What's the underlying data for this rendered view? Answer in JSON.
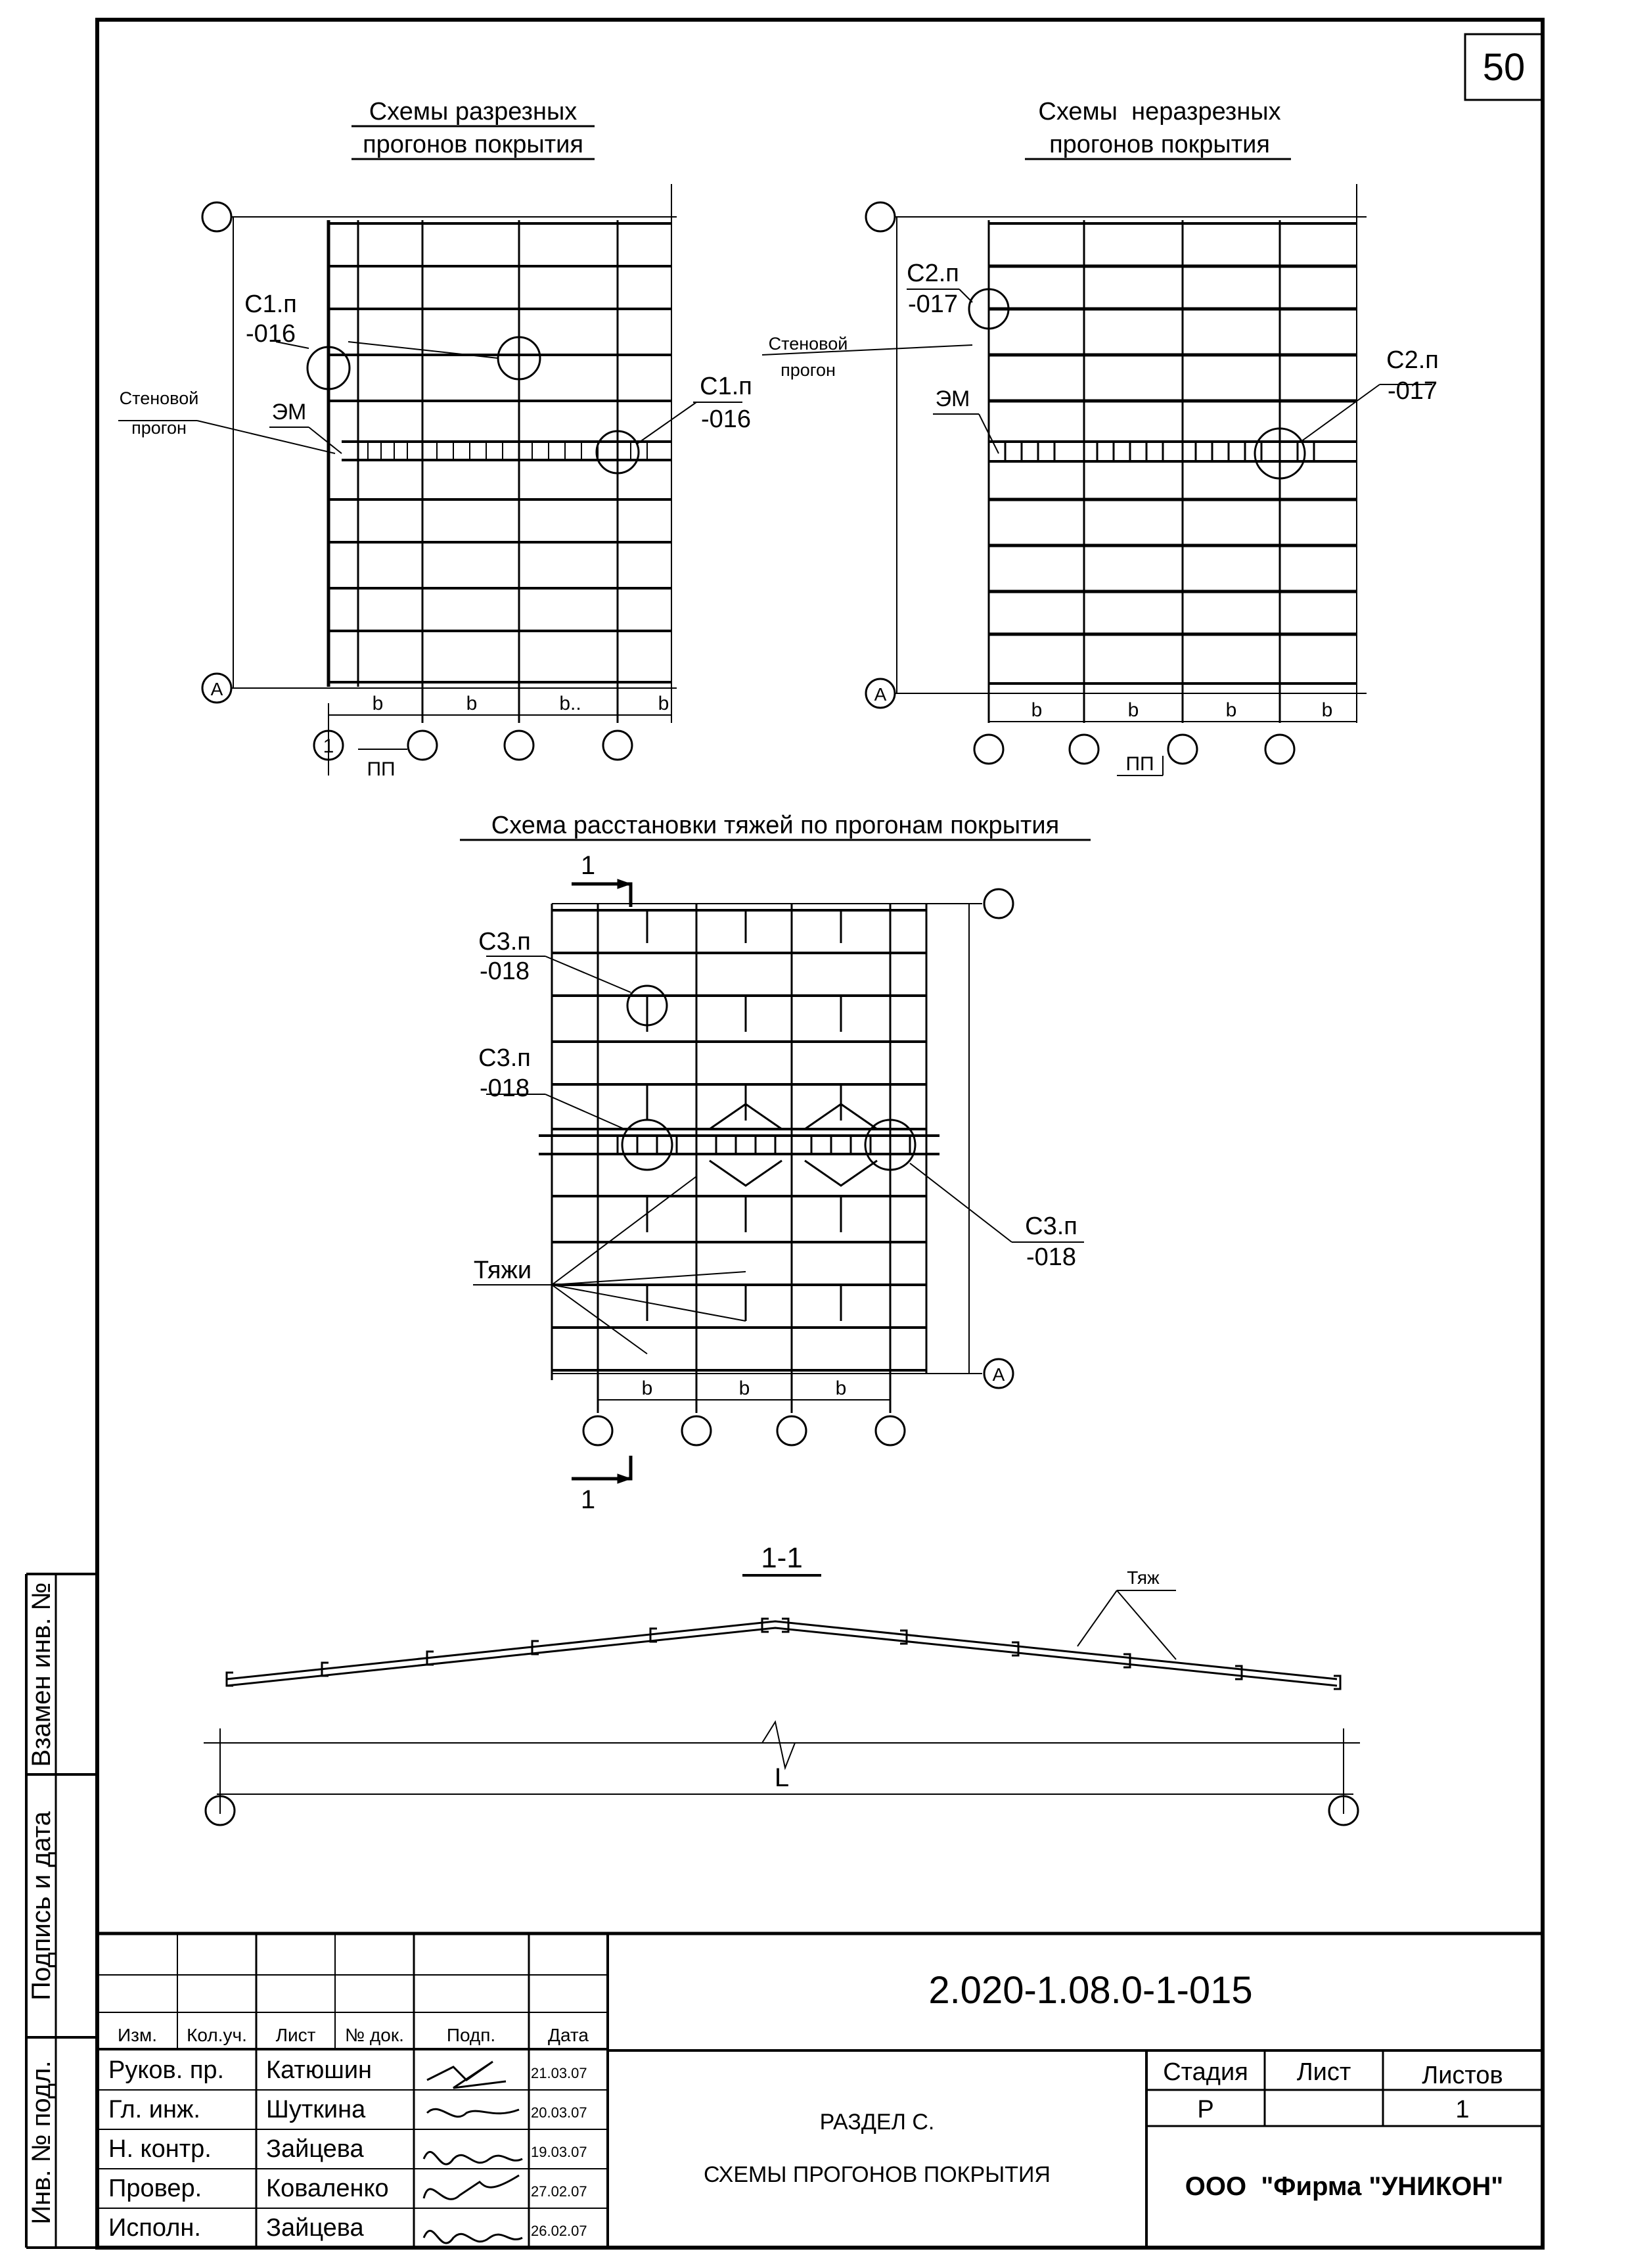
{
  "sheet_number": "50",
  "top_left": {
    "title_line1": "Схемы разрезных",
    "title_line2": "прогонов покрытия",
    "callout_left_line1": "С1.п",
    "callout_left_line2": "-016",
    "callout_right_line1": "С1.п",
    "callout_right_line2": "-016",
    "wall_purlin_line1": "Стеновой",
    "wall_purlin_line2": "прогон",
    "em_label": "ЭМ",
    "axis_left_bottom": "А",
    "axis_bottom_first": "1",
    "dims": [
      "b",
      "b",
      "b..",
      "b"
    ],
    "pp_label": "ПП"
  },
  "top_right": {
    "title_line1": "Схемы  неразрезных",
    "title_line2": "прогонов покрытия",
    "callout_left_line1": "С2.п",
    "callout_left_line2": "-017",
    "callout_right_line1": "С2.п",
    "callout_right_line2": "-017",
    "wall_purlin_line1": "Стеновой",
    "wall_purlin_line2": "прогон",
    "em_label": "ЭМ",
    "axis_left_bottom": "А",
    "dims": [
      "b",
      "b",
      "b",
      "b"
    ],
    "pp_label": "ПП"
  },
  "middle": {
    "title": "Схема расстановки тяжей по прогонам покрытия",
    "section_mark": "1",
    "callout_top_line1": "С3.п",
    "callout_top_line2": "-018",
    "callout_mid_line1": "С3.п",
    "callout_mid_line2": "-018",
    "callout_right_line1": "С3.п",
    "callout_right_line2": "-018",
    "rods_label": "Тяжи",
    "axis_right_bottom": "А",
    "dims": [
      "b",
      "b",
      "b"
    ]
  },
  "section": {
    "title": "1-1",
    "rod_label": "Тяж",
    "span_label": "L"
  },
  "side_stamps": [
    "Взамен инв. №",
    "Подпись и дата",
    "Инв. № подл."
  ],
  "title_block": {
    "doc_code": "2.020-1.08.0-1-015",
    "headers": [
      "Изм.",
      "Кол.уч.",
      "Лист",
      "№ док.",
      "Подп.",
      "Дата"
    ],
    "rows": [
      {
        "role": "Руков. пр.",
        "name": "Катюшин",
        "date": "21.03.07"
      },
      {
        "role": "Гл. инж.",
        "name": "Шуткина",
        "date": "20.03.07"
      },
      {
        "role": "Н. контр.",
        "name": "Зайцева",
        "date": "19.03.07"
      },
      {
        "role": "Провер.",
        "name": "Коваленко",
        "date": "27.02.07"
      },
      {
        "role": "Исполн.",
        "name": "Зайцева",
        "date": "26.02.07"
      }
    ],
    "section_line1": "РАЗДЕЛ С.",
    "section_line2": "СХЕМЫ ПРОГОНОВ ПОКРЫТИЯ",
    "stage_header": "Стадия",
    "sheet_header": "Лист",
    "sheets_header": "Листов",
    "stage_value": "Р",
    "sheet_value": "",
    "sheets_value": "1",
    "company": "ООО  \"Фирма \"УНИКОН\""
  }
}
